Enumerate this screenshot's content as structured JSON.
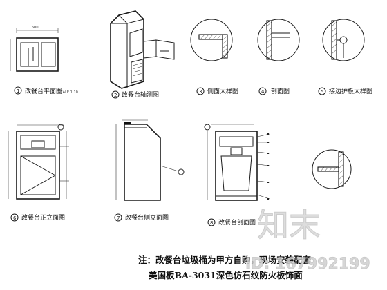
{
  "views": {
    "v1_caption": "改餐台平面图",
    "v2_caption": "改餐台轴测图",
    "v3_caption": "侧面大样图",
    "v4_caption": "剖面图",
    "v5_caption": "接边护板大样图",
    "v6_caption": "改餐台正立面图",
    "v7_caption": "改餐台侧立面图",
    "v8_caption": "改餐台剖面图"
  },
  "markers": {
    "m1": "1",
    "m2": "2",
    "m3": "3",
    "m4": "4",
    "m5": "5",
    "m6": "6",
    "m7": "7",
    "m8": "8"
  },
  "scale_text": "SCALE 1:10",
  "note": {
    "line1": "注：改餐台垃圾桶为甲方自购，现场安装配套",
    "line2": "美国板BA-3031深色仿石纹防火板饰面"
  },
  "watermark": {
    "logo": "知末",
    "id": "ID: 167992199"
  }
}
